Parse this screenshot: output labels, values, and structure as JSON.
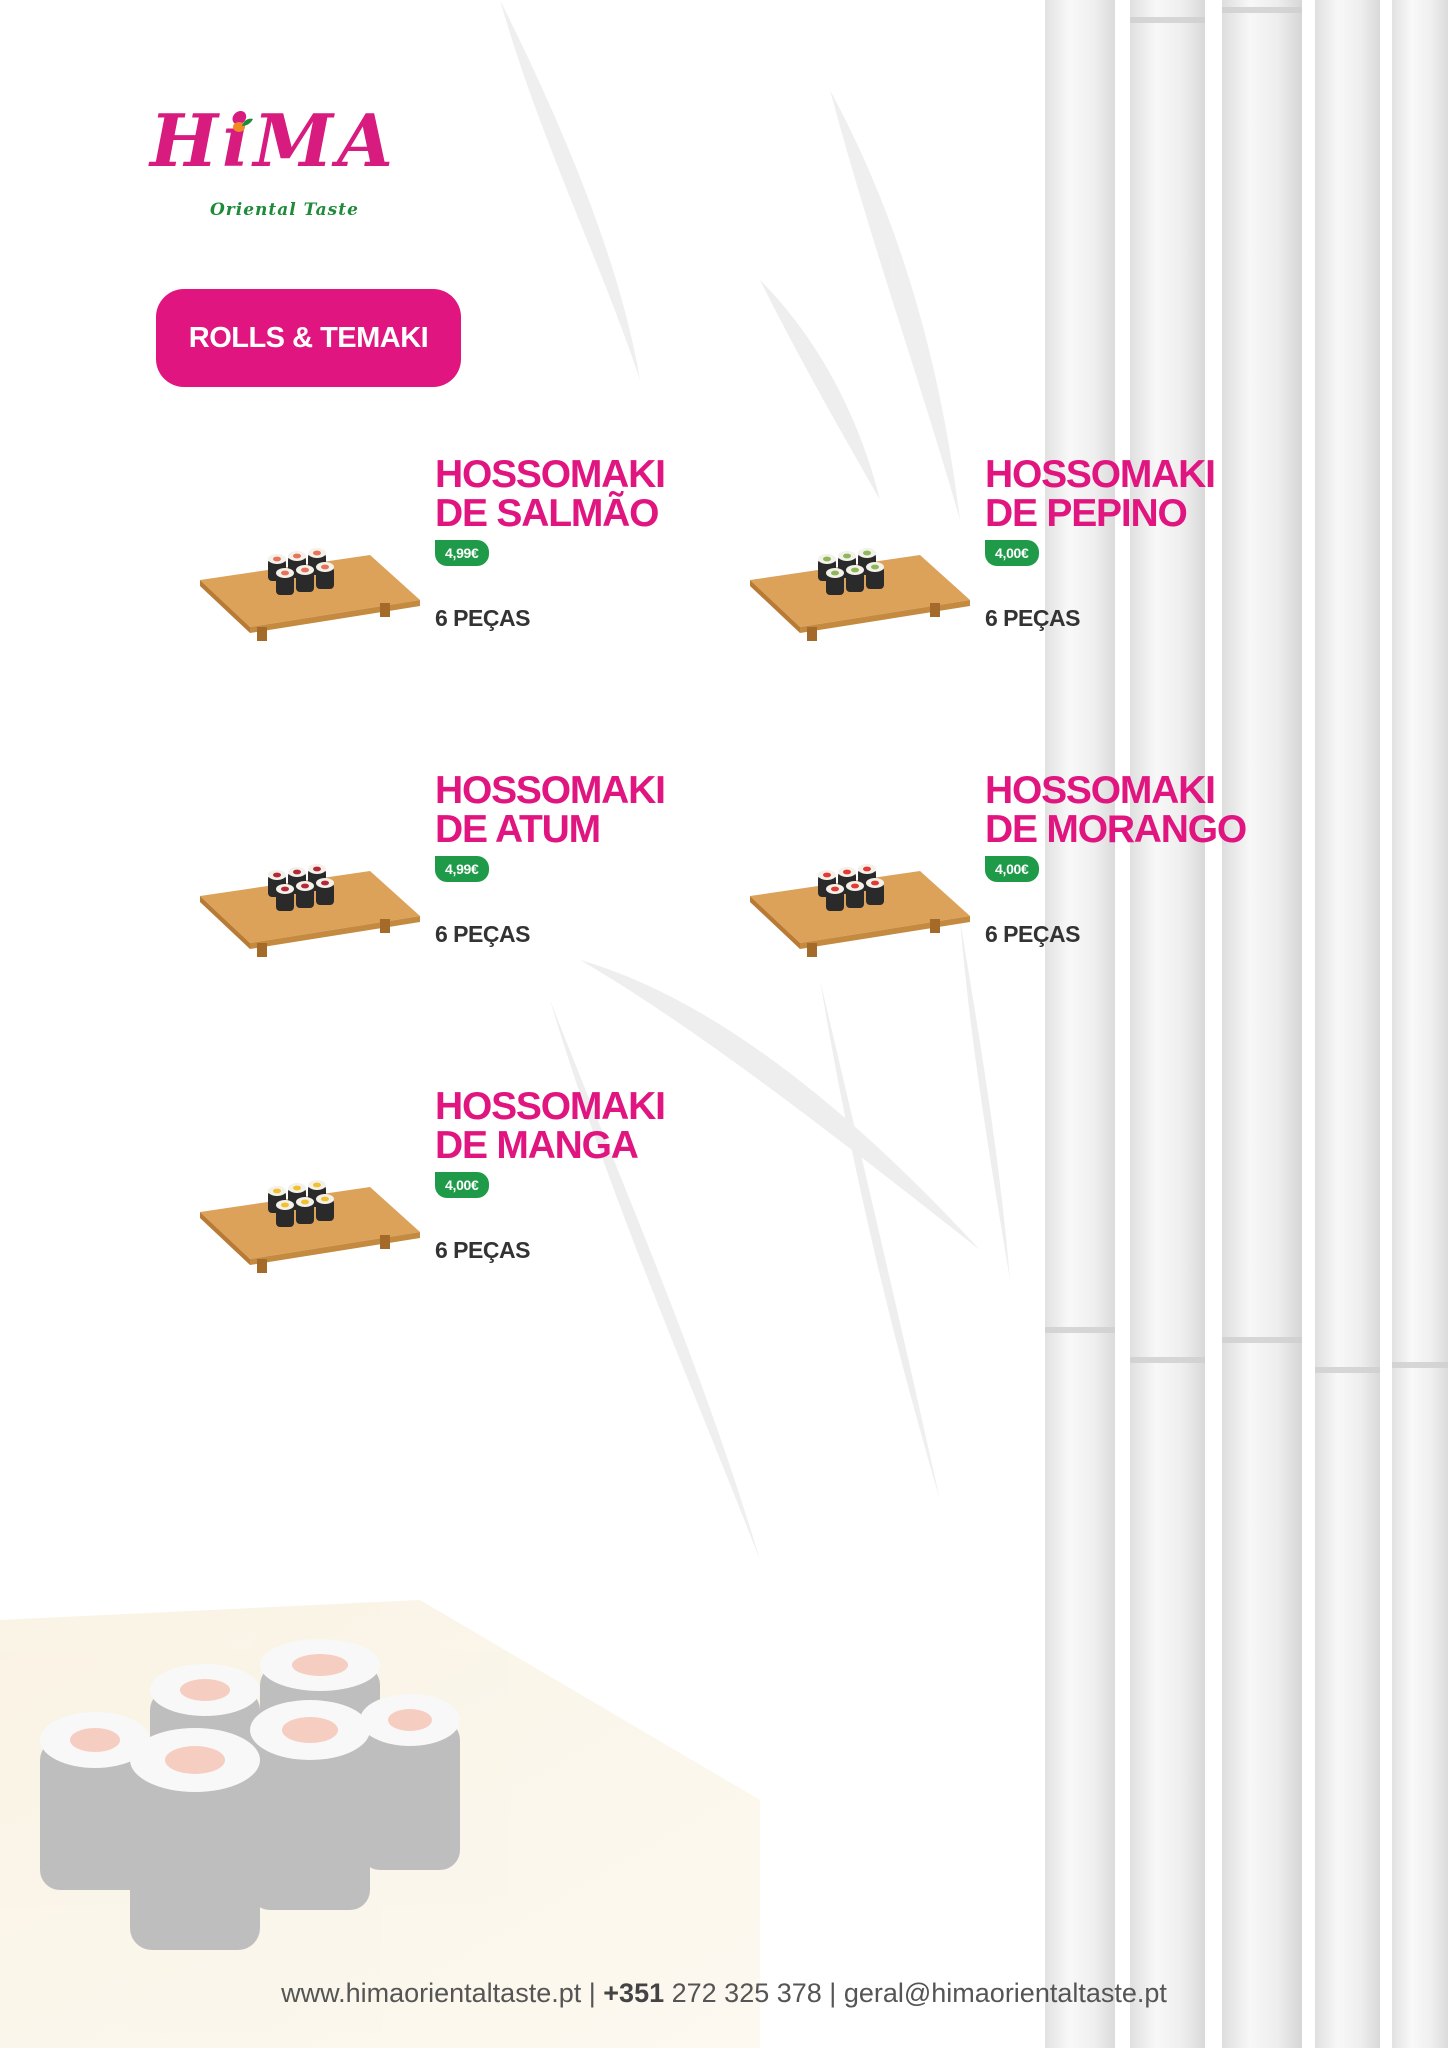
{
  "brand": {
    "name": "HiMA",
    "tagline": "Oriental Taste"
  },
  "category": "ROLLS & TEMAKI",
  "items": [
    {
      "name_line1": "HOSSOMAKI",
      "name_line2": "DE SALMÃO",
      "price": "4,99€",
      "pieces": "6 PEÇAS",
      "filling_color": "#e8735a"
    },
    {
      "name_line1": "HOSSOMAKI",
      "name_line2": "DE PEPINO",
      "price": "4,00€",
      "pieces": "6 PEÇAS",
      "filling_color": "#8cb85a"
    },
    {
      "name_line1": "HOSSOMAKI",
      "name_line2": "DE ATUM",
      "price": "4,99€",
      "pieces": "6 PEÇAS",
      "filling_color": "#b5283a"
    },
    {
      "name_line1": "HOSSOMAKI",
      "name_line2": "DE MORANGO",
      "price": "4,00€",
      "pieces": "6 PEÇAS",
      "filling_color": "#e53935"
    },
    {
      "name_line1": "HOSSOMAKI",
      "name_line2": "DE MANGA",
      "price": "4,00€",
      "pieces": "6 PEÇAS",
      "filling_color": "#f2c12e"
    }
  ],
  "footer": {
    "website": "www.himaorientaltaste.pt",
    "separator": "|",
    "phone_prefix": "+351",
    "phone_number": "272 325 378",
    "email": "geral@himaorientaltaste.pt"
  },
  "colors": {
    "accent": "#e0157f",
    "price_badge": "#1e9a48",
    "logo_green": "#1e8b3a"
  }
}
